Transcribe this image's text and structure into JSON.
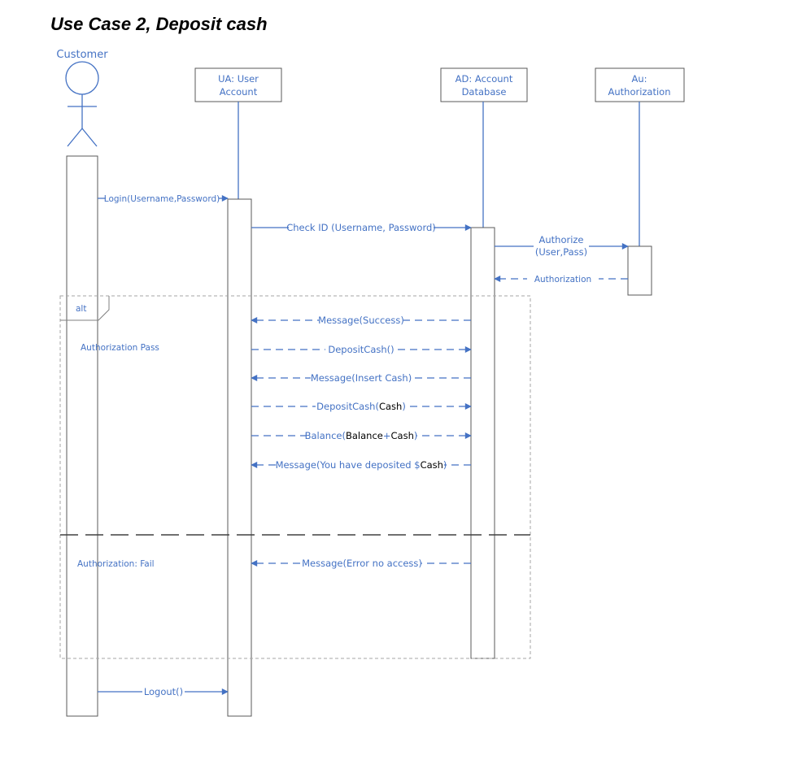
{
  "title": "Use Case 2, Deposit cash",
  "actor": {
    "label": "Customer"
  },
  "participants": [
    {
      "line1": "UA: User",
      "line2": "Account"
    },
    {
      "line1": "AD: Account",
      "line2": "Database"
    },
    {
      "line1": "Au:",
      "line2": "Authorization"
    }
  ],
  "messages": {
    "login": "Login(Username,Password)",
    "check_id": "Check ID (Username, Password)",
    "authorize_line1": "Authorize",
    "authorize_line2": "(User,Pass)",
    "authorization": "Authorization",
    "success": "Message(Success)",
    "deposit_cash_call": "DepositCash()",
    "insert_cash": "Message(Insert Cash)",
    "deposit_prefix": "DepositCash(",
    "deposit_arg": "Cash",
    "deposit_suffix": ")",
    "balance_prefix": "Balance(",
    "balance_arg1": "Balance",
    "balance_op": "+",
    "balance_arg2": "Cash",
    "balance_suffix": ")",
    "deposited_prefix": "Message(You have deposited $",
    "deposited_arg": "Cash",
    "deposited_suffix": ")",
    "error": "Message(Error no access)",
    "logout": "Logout()"
  },
  "frame": {
    "operator": "alt",
    "guard_pass": "Authorization Pass",
    "guard_fail": "Authorization: Fail"
  },
  "colors": {
    "accent": "#4472C4",
    "box_border": "#595959",
    "frame": "#A6A6A6",
    "separator": "#404040"
  }
}
